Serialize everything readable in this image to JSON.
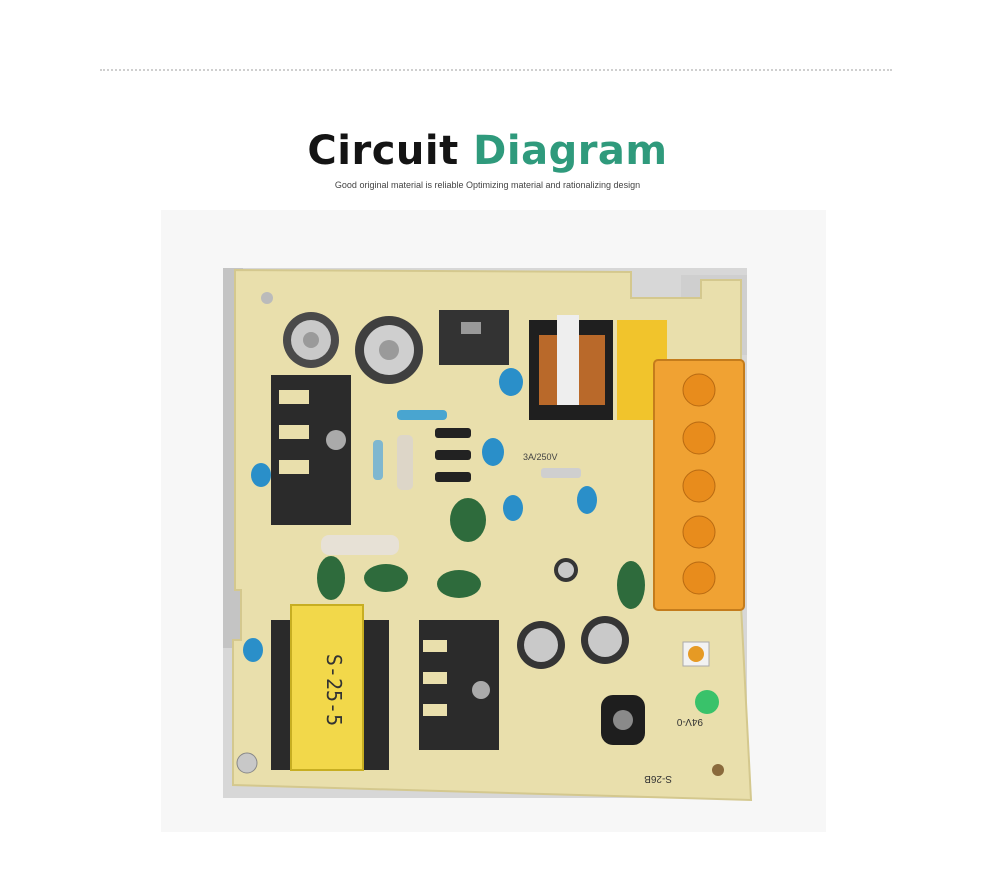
{
  "header": {
    "title_part1": "Circuit",
    "title_part2": "Diagram",
    "subtitle": "Good original material is reliable Optimizing material and rationalizing design"
  },
  "board": {
    "transformer_label": "S-25-5",
    "model_label": "S-26B",
    "rating_label": "94V-0",
    "fuse_label": "3A/250V"
  },
  "colors": {
    "title_dark": "#141414",
    "title_accent": "#2f9a7c",
    "pcb": "#e9dfac",
    "terminal": "#f0a233",
    "transformer": "#f2d84a"
  }
}
